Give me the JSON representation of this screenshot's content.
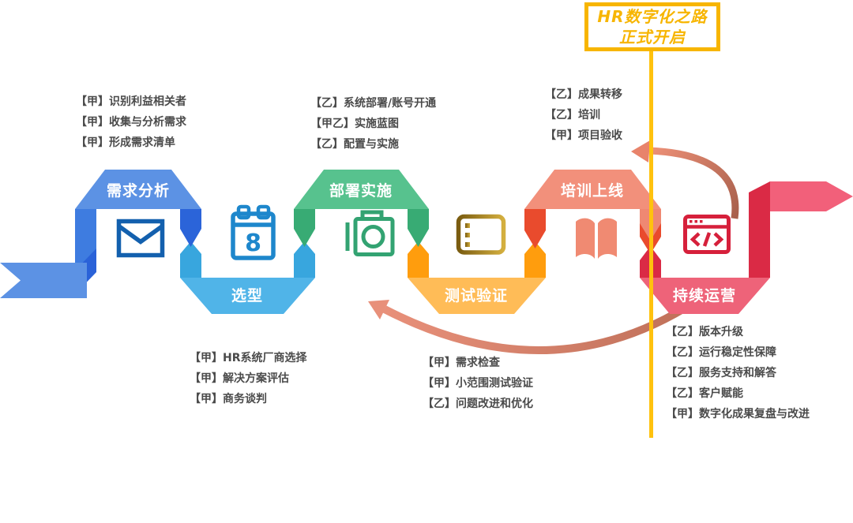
{
  "banner": {
    "line1": "HR数字化之路",
    "line2": "正式开启"
  },
  "stages": [
    {
      "label": "需求分析",
      "type": "arch-up",
      "icon": "envelope-icon",
      "color": "#5C92E4"
    },
    {
      "label": "选型",
      "type": "valley-down",
      "icon": "calendar-icon",
      "color": "#50B4E8"
    },
    {
      "label": "部署实施",
      "type": "arch-up",
      "icon": "camera-icon",
      "color": "#57C28E"
    },
    {
      "label": "测试验证",
      "type": "valley-down",
      "icon": "checklist-icon",
      "color": "#FFBC57"
    },
    {
      "label": "培训上线",
      "type": "arch-up",
      "icon": "open-book-icon",
      "color": "#F2907B"
    },
    {
      "label": "持续运营",
      "type": "valley-down",
      "icon": "code-window-icon",
      "color": "#EE6379"
    }
  ],
  "icons": {
    "calendar_number": "8",
    "code_symbol": "</>"
  },
  "annotations": {
    "top_left": {
      "items": [
        "【甲】识别利益相关者",
        "【甲】收集与分析需求",
        "【甲】形成需求清单"
      ]
    },
    "top_middle": {
      "items": [
        "【乙】系统部署/账号开通",
        "【甲乙】实施蓝图",
        "【乙】配置与实施"
      ]
    },
    "top_right": {
      "items": [
        "【乙】成果转移",
        "【乙】培训",
        "【甲】项目验收"
      ]
    },
    "bottom_left": {
      "items": [
        "【甲】HR系统厂商选择",
        "【甲】解决方案评估",
        "【甲】商务谈判"
      ]
    },
    "bottom_middle": {
      "items": [
        "【甲】需求检查",
        "【甲】小范围测试验证",
        "【乙】问题改进和优化"
      ]
    },
    "bottom_right": {
      "items": [
        "【乙】版本升级",
        "【乙】运行稳定性保障",
        "【乙】服务支持和解答",
        "【乙】客户赋能",
        "【甲】数字化成果复盘与改进"
      ]
    }
  },
  "colors": {
    "banner_yellow": "#F7B500",
    "timeline_yellow": "#FFC20E",
    "annotation_text": "#4A4A4A",
    "arrow_salmon": "#E8907A",
    "stage1_blue": "#5C92E4",
    "stage2_cyan": "#50B4E8",
    "stage3_green": "#57C28E",
    "stage4_orange": "#FFBC57",
    "stage5_coral": "#F2907B",
    "stage6_pink": "#EE6379",
    "end_arrow_pink": "#F2607A",
    "leg_crimson": "#DA2A45"
  }
}
